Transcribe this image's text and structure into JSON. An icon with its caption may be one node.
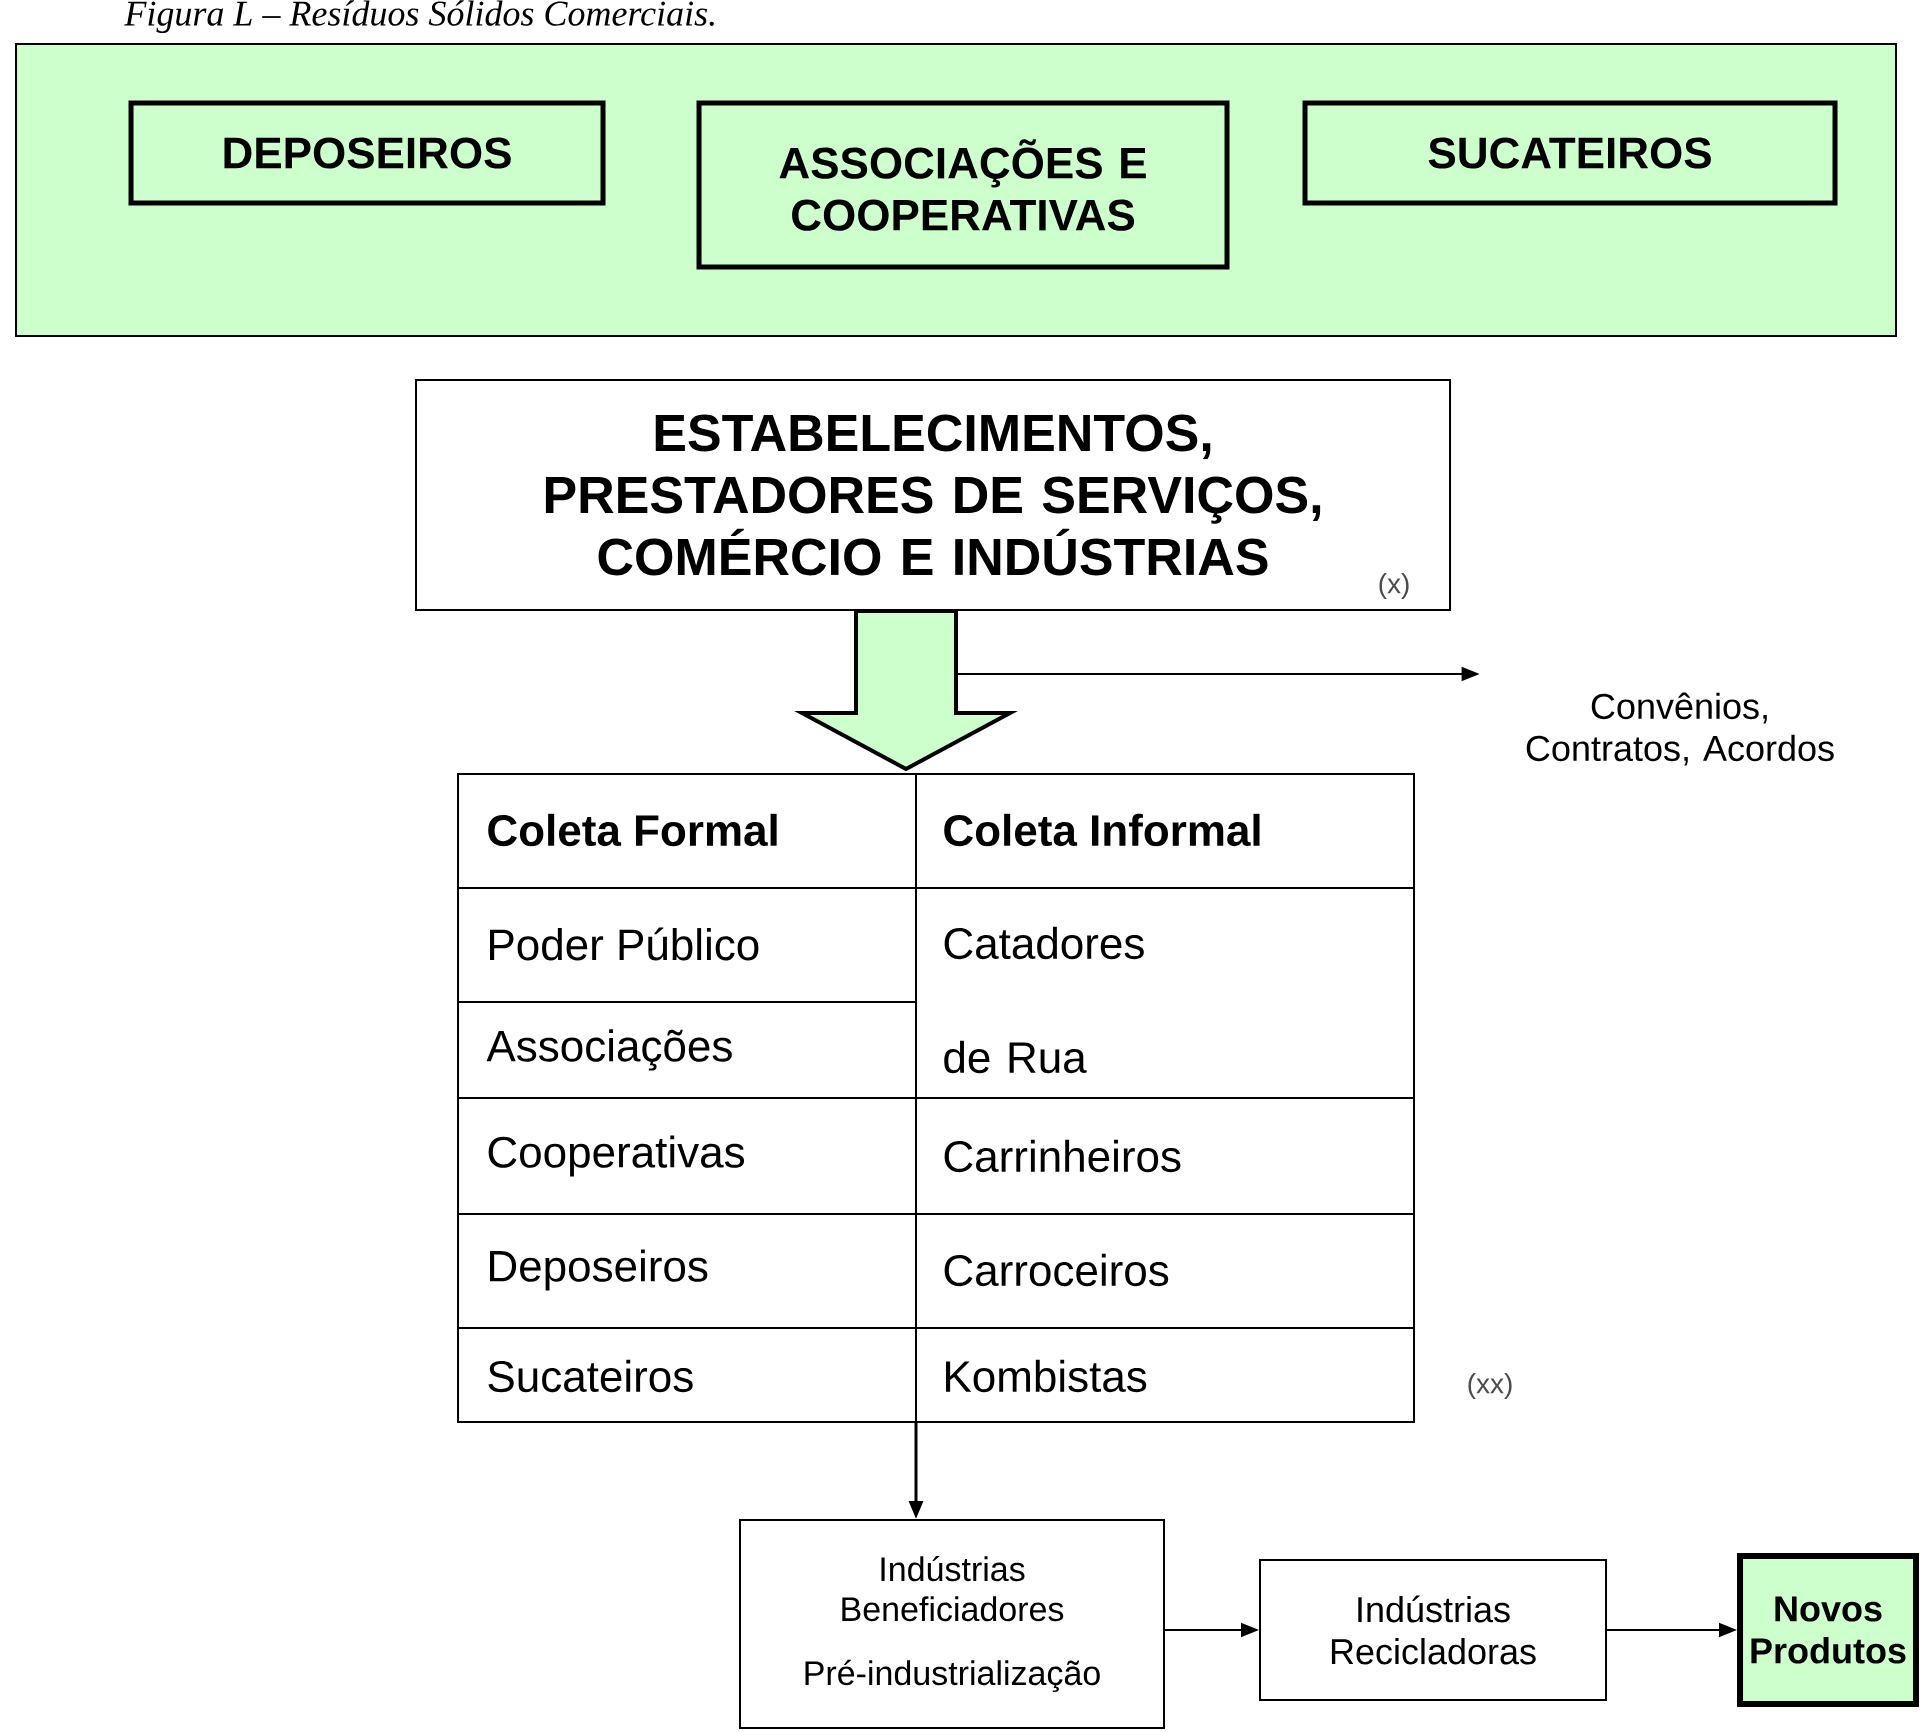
{
  "diagram": {
    "title": "Figura L – Resíduos Sólidos Comerciais.",
    "nodes": [
      {
        "text": [],
        "shape": "box"
      },
      {
        "text": [
          "DEPOSEIROS"
        ],
        "in": 0
      },
      {
        "text": [
          "ASSOCIAÇÕES E COOPERATIVAS"
        ],
        "in": 0
      },
      {
        "text": [
          "SUCATEIROS"
        ],
        "in": 0
      },
      {
        "text": [
          "ESTABELECIMENTOS, PRESTADORES DE SERVIÇOS, COMÉRCIO E INDÚSTRIAS",
          "(x)"
        ]
      },
      {
        "text": [
          "Coleta Formal",
          "Coleta Informal",
          "Poder Público",
          "Catadores de Rua",
          "Associações",
          "Cooperativas",
          "Carrinheiros",
          "Deposeiros",
          "Carroceiros",
          "Sucateiros",
          "Kombistas"
        ],
        "beside": [
          "(xx)"
        ]
      },
      {
        "text": [
          "Convênios, Contratos, Acordos"
        ]
      },
      {
        "text": [
          "Indústrias Beneficiadores",
          "Pré-industrialização"
        ]
      },
      {
        "text": [
          "Indústrias Recicladoras"
        ]
      },
      {
        "text": [
          "Novos Produtos"
        ]
      }
    ],
    "edges": [
      {
        "from": 4,
        "to": 5,
        "arrow": "to",
        "style": "thick",
        "color": "#ccffcc"
      },
      {
        "from": null,
        "to": 6,
        "arrow": "to"
      },
      {
        "from": 5,
        "to": 7,
        "arrow": "to"
      },
      {
        "from": 7,
        "to": 8,
        "arrow": "to"
      },
      {
        "from": 8,
        "to": 9,
        "arrow": "to"
      }
    ]
  }
}
